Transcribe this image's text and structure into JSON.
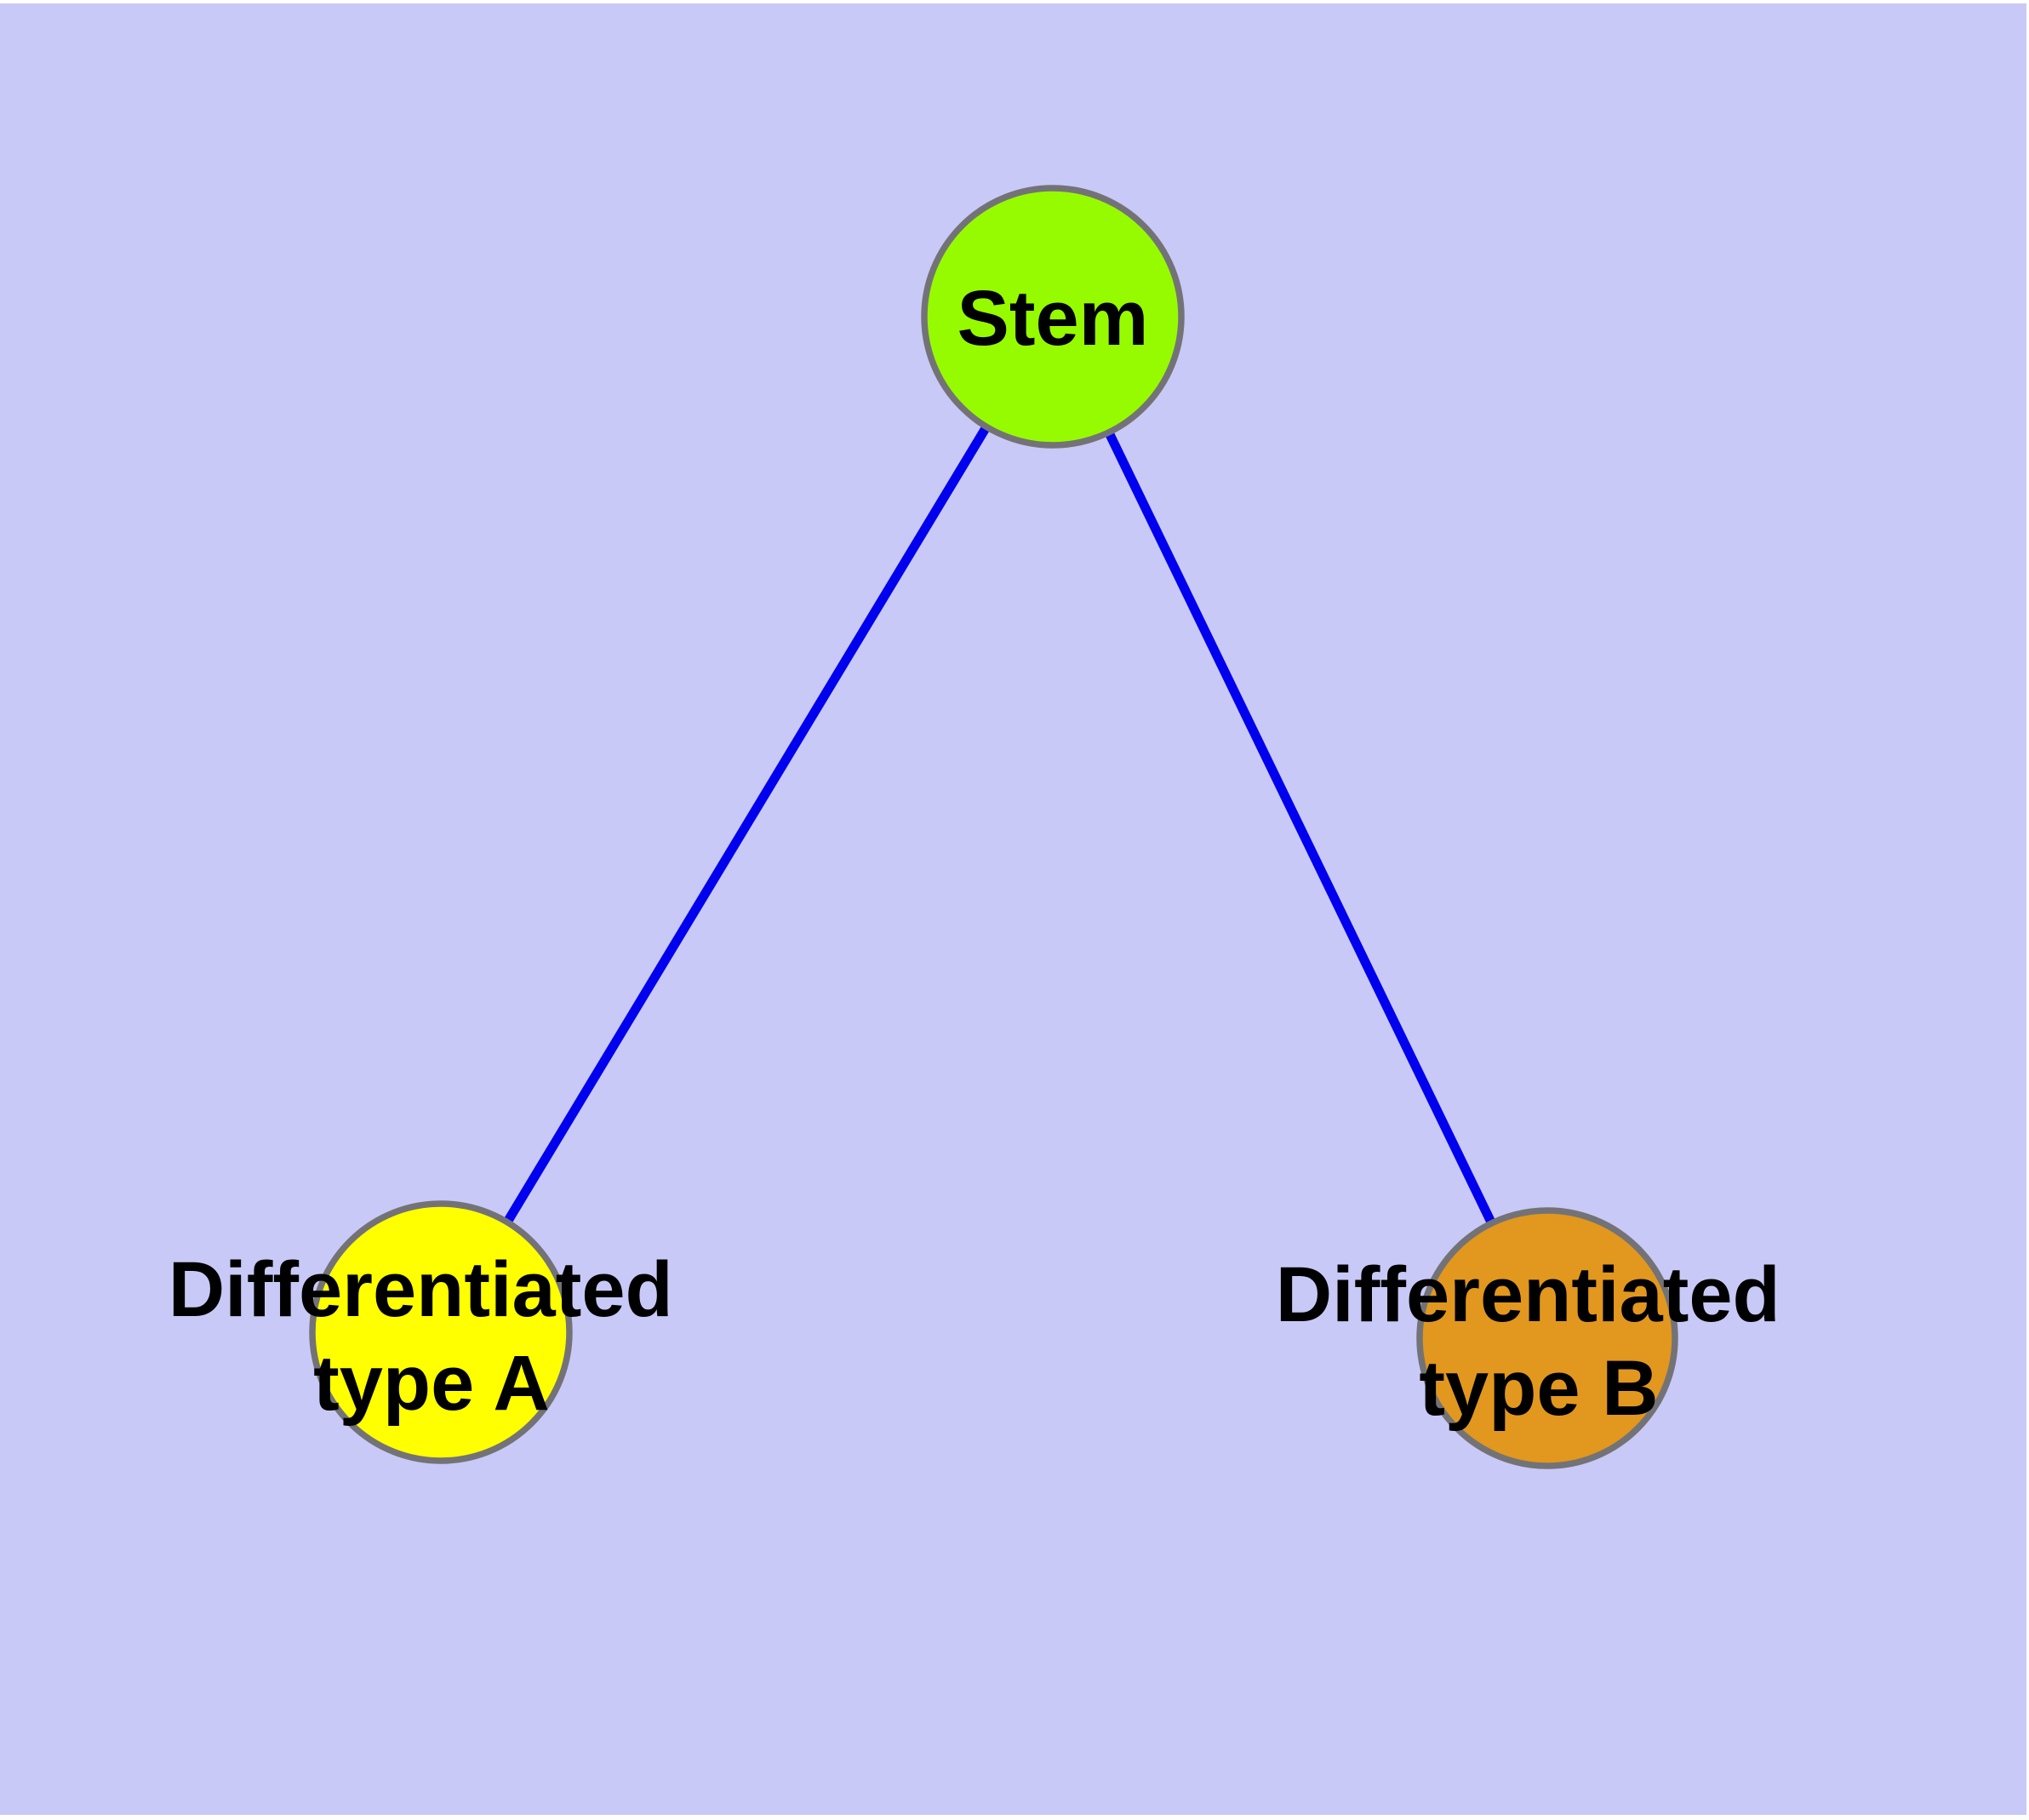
{
  "diagram": {
    "type": "node-link-graph",
    "description": "Stem cell differentiation graph: a stem node linked to two differentiated cell type nodes",
    "background_color": "#C9C9F7",
    "frame_color": "#FFFFFF",
    "edge_color": "#0000EE",
    "node_border_color": "#737377",
    "label_color": "#000000",
    "nodes": [
      {
        "id": "stem",
        "label": "Stem",
        "color": "#97FB00"
      },
      {
        "id": "differentiated-type-a",
        "label": "Differentiated type A",
        "label_lines": [
          "Differentiated",
          "type A"
        ],
        "color": "#FFFF00"
      },
      {
        "id": "differentiated-type-b",
        "label": "Differentiated type B",
        "label_lines": [
          "Differentiated",
          "type B"
        ],
        "color": "#E2971E"
      }
    ],
    "edges": [
      {
        "from": "stem",
        "to": "differentiated-type-a"
      },
      {
        "from": "stem",
        "to": "differentiated-type-b"
      }
    ]
  }
}
